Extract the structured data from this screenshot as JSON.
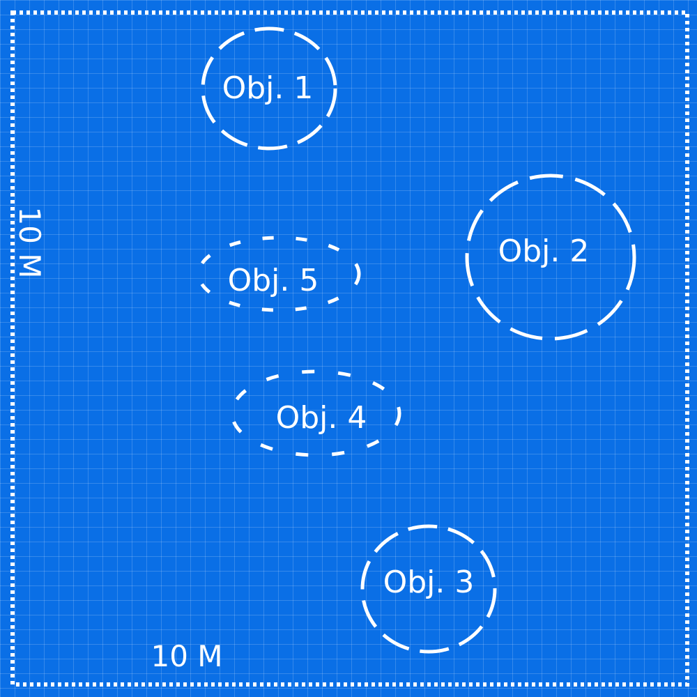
{
  "canvas": {
    "background_color": "#0a6fe6",
    "grid_color": "rgba(255,255,255,0.18)",
    "border_color": "#ffffff"
  },
  "scale": {
    "horizontal_label": "10 M",
    "vertical_label": "10 M"
  },
  "objects": [
    {
      "label": "Obj. 1"
    },
    {
      "label": "Obj. 2"
    },
    {
      "label": "Obj. 3"
    },
    {
      "label": "Obj. 4"
    },
    {
      "label": "Obj. 5"
    }
  ]
}
